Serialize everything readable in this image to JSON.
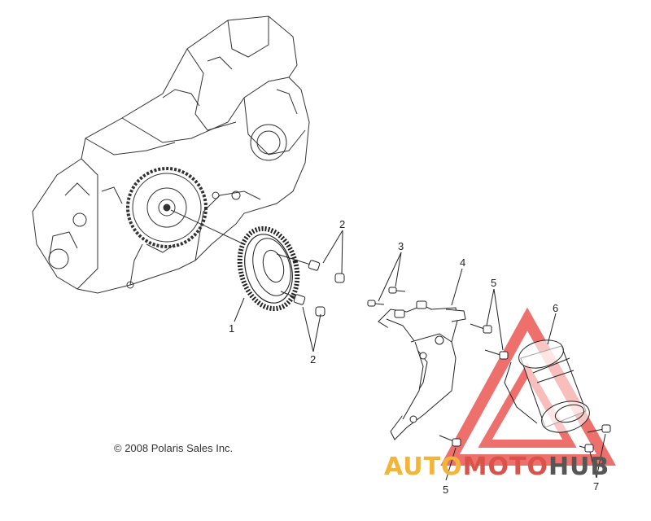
{
  "copyright": "© 2008 Polaris Sales Inc.",
  "watermark": {
    "part1": "AUTO",
    "part2": "MOTO",
    "part3": "HUB",
    "colors": {
      "auto": "#f3b43a",
      "moto": "#d9534a",
      "hub": "#565656",
      "triangle": "#e8413c"
    }
  },
  "callouts": [
    {
      "id": "1",
      "label": "1"
    },
    {
      "id": "2a",
      "label": "2"
    },
    {
      "id": "2b",
      "label": "2"
    },
    {
      "id": "3",
      "label": "3"
    },
    {
      "id": "4",
      "label": "4"
    },
    {
      "id": "5a",
      "label": "5"
    },
    {
      "id": "5b",
      "label": "5"
    },
    {
      "id": "6",
      "label": "6"
    },
    {
      "id": "7",
      "label": "7"
    }
  ]
}
